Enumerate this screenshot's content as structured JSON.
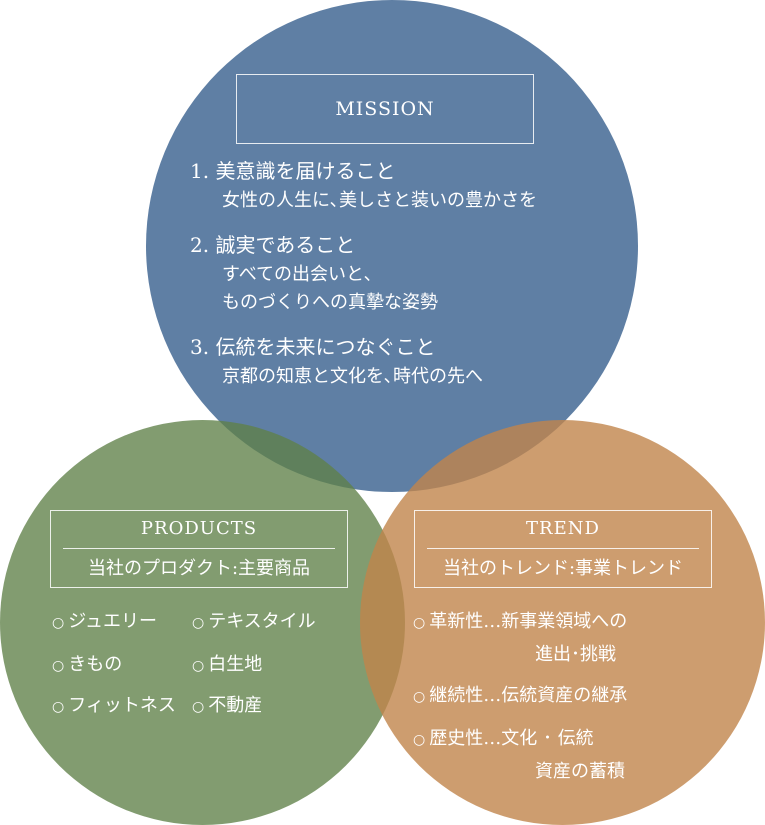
{
  "mission": {
    "heading": "MISSION",
    "items": [
      {
        "title": "1. 美意識を届けること",
        "desc": [
          "女性の人生に､美しさと装いの豊かさを"
        ]
      },
      {
        "title": "2. 誠実であること",
        "desc": [
          "すべての出会いと､",
          "ものづくりへの真摯な姿勢"
        ]
      },
      {
        "title": "3. 伝統を未来につなぐこと",
        "desc": [
          "京都の知恵と文化を､時代の先へ"
        ]
      }
    ]
  },
  "products": {
    "heading": "PRODUCTS",
    "subheading": "当社のプロダクト:主要商品",
    "items": [
      "ジュエリー",
      "テキスタイル",
      "きもの",
      "白生地",
      "フィットネス",
      "不動産"
    ]
  },
  "trend": {
    "heading": "TREND",
    "subheading": "当社のトレンド:事業トレンド",
    "items": [
      {
        "line1": "革新性…新事業領域への",
        "line2": "進出･挑戦"
      },
      {
        "line1": "継続性…伝統資産の継承",
        "line2": ""
      },
      {
        "line1": "歴史性…文化 ･ 伝統",
        "line2": "資産の蓄積"
      }
    ]
  },
  "bullet_glyph": "○",
  "colors": {
    "mission": "#406692",
    "products": "#5f8048",
    "trend": "#c1854b"
  }
}
